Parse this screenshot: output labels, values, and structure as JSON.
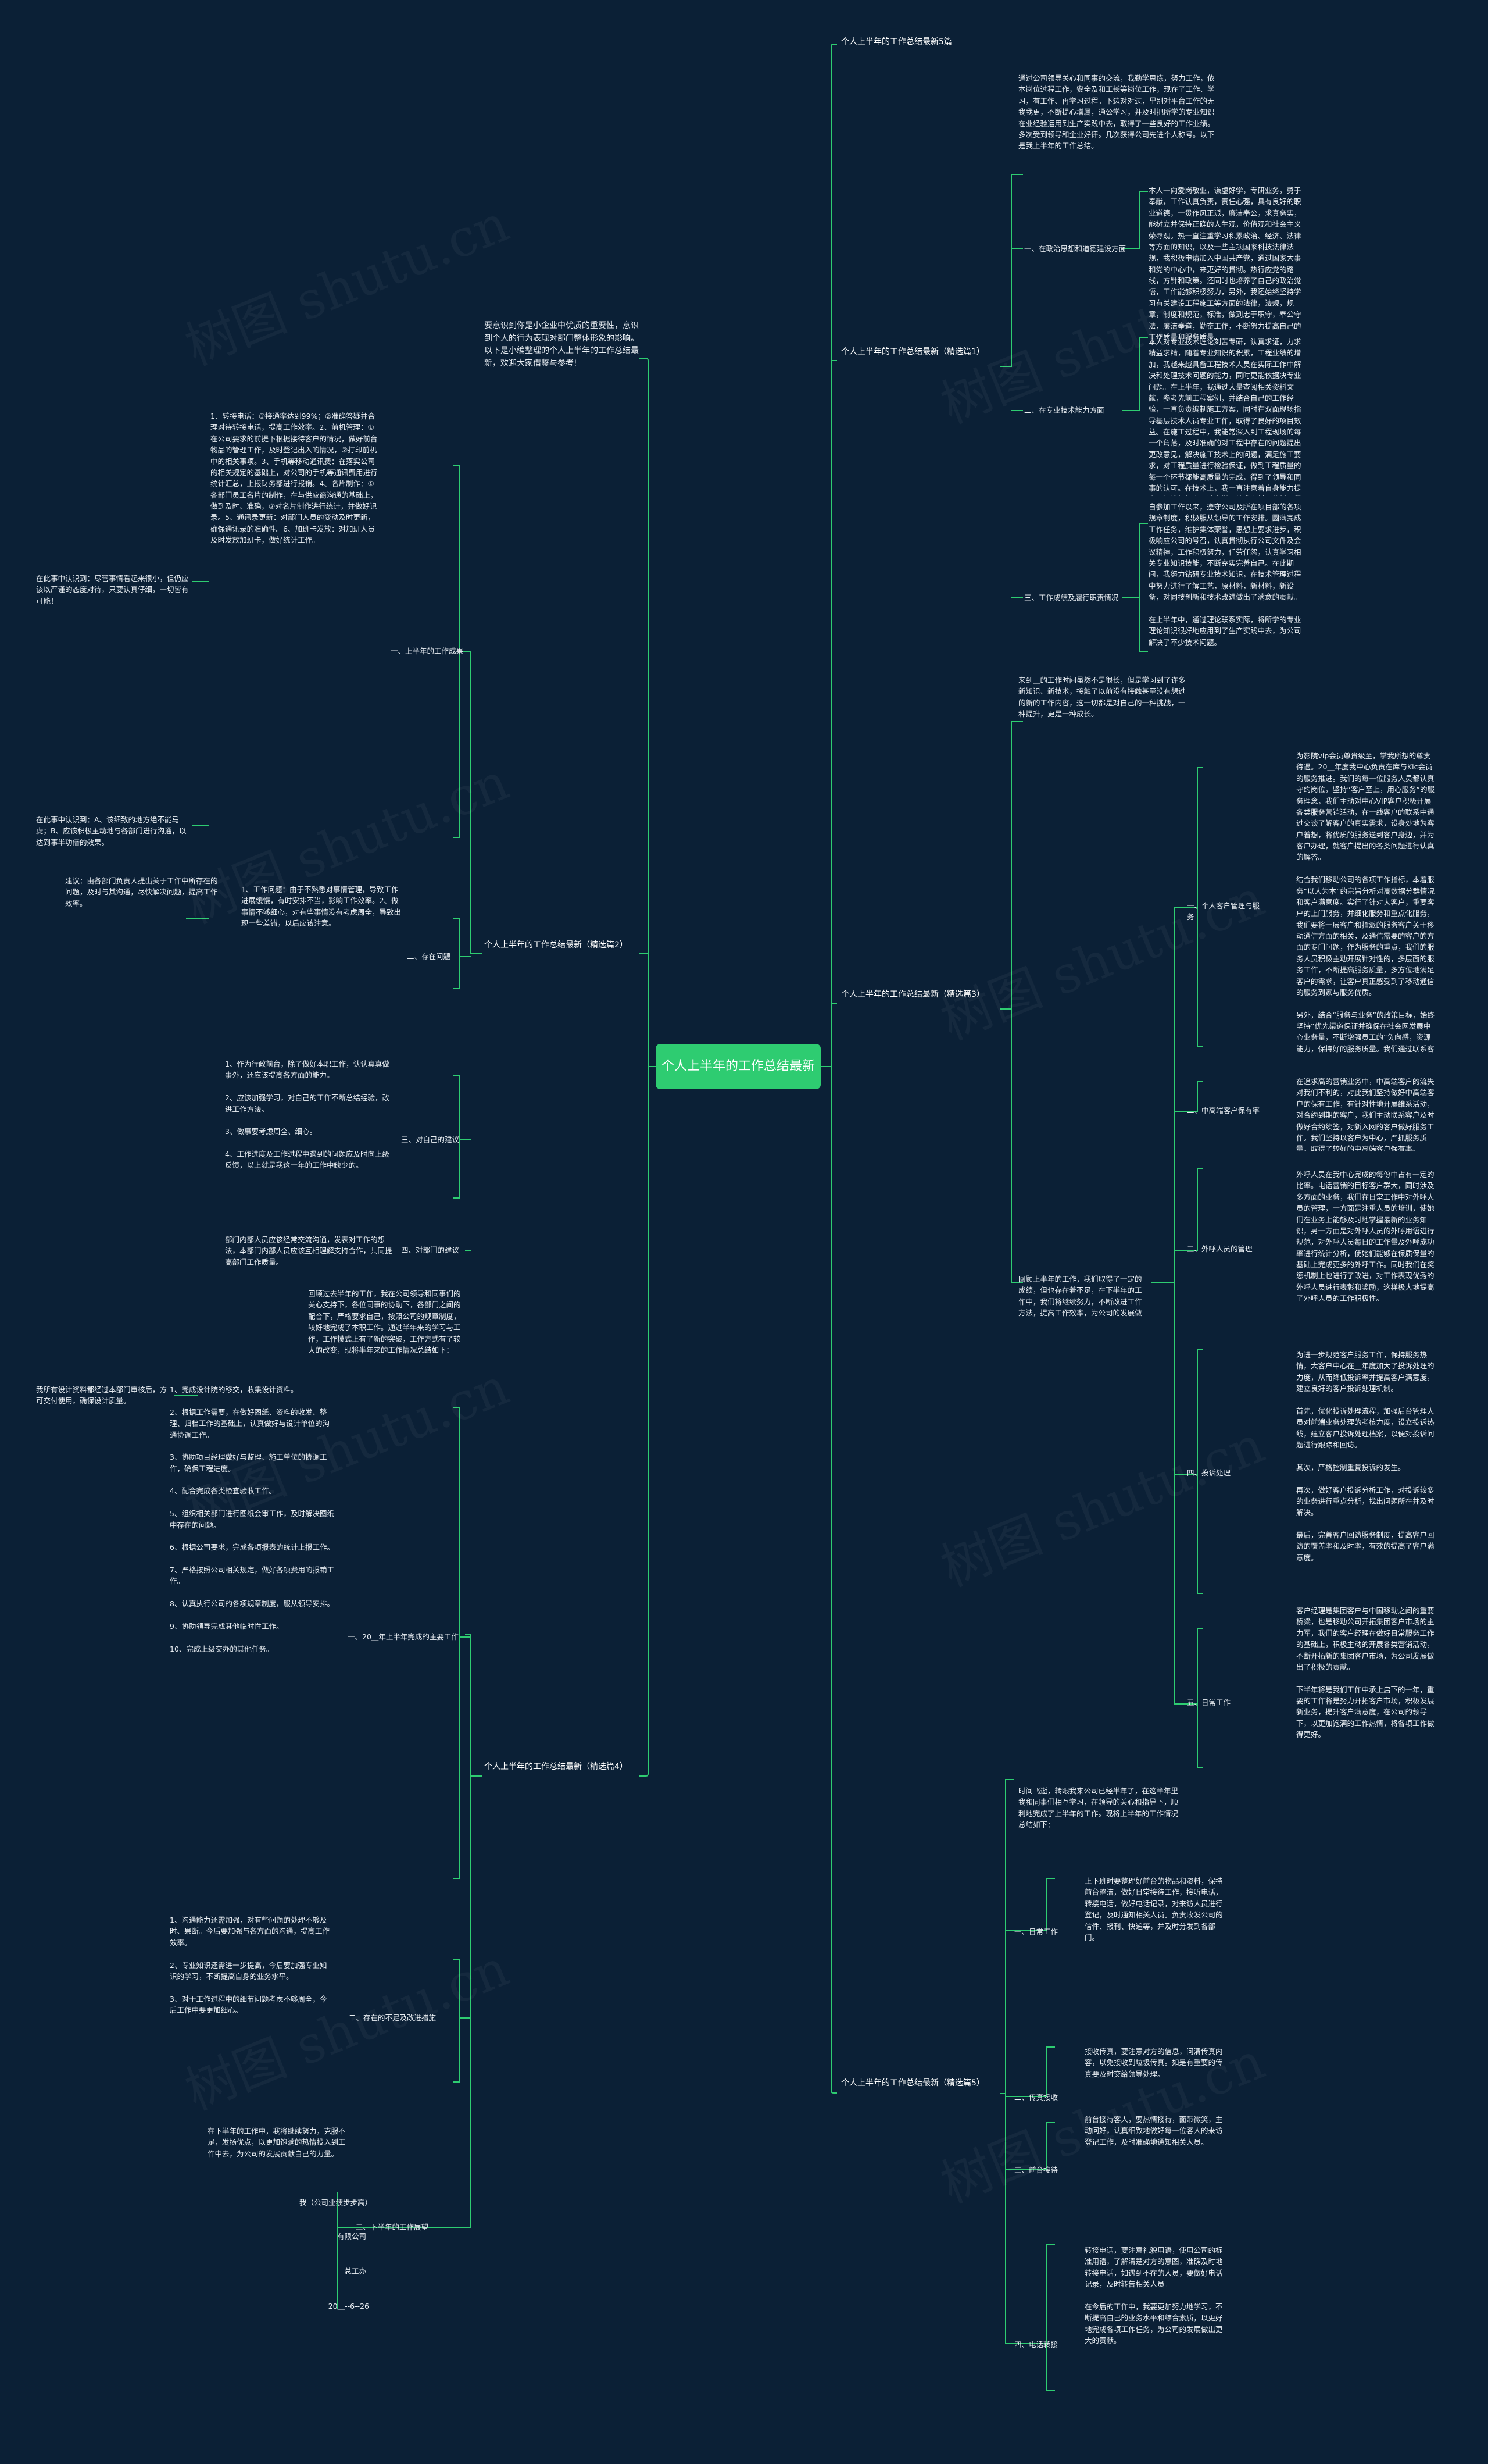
{
  "watermark": "树图 shutu.cn",
  "root": "个人上半年的工作总结最新",
  "branch1": {
    "title": "个人上半年的工作总结最新5篇"
  },
  "branch2": {
    "title": "个人上半年的工作总结最新（精选篇1）",
    "intro": "通过公司领导关心和同事的交流，我勤学思练，努力工作，依本岗位过程工作，安全及和工长等岗位工作，现在了工作、学习，有工作、再学习过程。下边对对过，里别对平台工作的无我我更，不断提心增属，通公学习，并及时把所学的专业知识在业经验运用到生产实践中去，取得了一些良好的工作业绩。多次受到领导和企业好评。几次获得公司先进个人称号。以下是我上半年的工作总结。",
    "items": [
      {
        "label": "一、在政治思想和道德建设方面",
        "text": "本人一向爱岗敬业，谦虚好学，专研业务，勇于奉献，工作认真负责，责任心强，具有良好的职业道德，一贯作风正派，廉洁奉公，求真务实，能树立并保持正确的人生观，价值观和社会主义荣辱观。热一直注重学习积累政治、经济、法律等方面的知识，以及一些主项国家科技法律法规，我积极申请加入中国共产党，通过国家大事和党的中心中，来更好的贯彻。热行应党的路线，方针和政策。还同时也培养了自己的政治觉悟，工作能够积极努力，另外，我还始终坚持学习有关建设工程施工等方面的法律，法规，规章，制度和规范，标准，做到忠于职守，奉公守法，廉洁奉道，勤奋工作，不断努力提高自己的工作质量和服务质量。"
      },
      {
        "label": "二、在专业技术能力方面",
        "text": "本人对专业技术理论刻苦专研，认真求证，力求精益求精，随着专业知识的积累，工程业绩的增加，我越来越具备工程技术人员在实际工作中解决和处理技术问题的能力，同时更能依据决专业问题。在上半年，我通过大量查阅相关资料文献，参考先前工程案例，并结合自己的工作经验，一直负责编制施工方案，同时在双面现场指导基层技术人员专业工作，取得了良好的项目效益。在施工过程中，我能常深入到工程现场的每一个角落，及时准确的对工程中存在的问题提出更改意见，解决施工技术上的问题，满足施工要求，对工程质量进行检验保证，做到工程质量的每一个环节都能高质量的完成，得到了领导和同事的认可。在技术上，我一直注意着自身能力提高，经常组织人员认真学习技术资料，分析工程的技术难点，通过学习增加了知识积累，提高了业务能力。"
      },
      {
        "label": "三、工作成绩及履行职责情况",
        "text": "自参加工作以来，遵守公司及所在项目部的各项规章制度，积极服从领导的工作安排。圆满完成工作任务，维护集体荣誉，思想上要求进步，积极响应公司的号召，认真贯彻执行公司文件及会议精神，工作积极努力，任劳任怨，认真学习相关专业知识技能，不断充实完善自己。在此期间，我努力钻研专业技术知识，在技术管理过程中努力进行了解工艺，原材料，新材料，新设备，对同技创新和技术改进做出了满意的贡献。\n\n在上半年中，通过理论联系实际，将所学的专业理论知识很好地应用到了生产实践中去，为公司解决了不少技术问题。"
      }
    ]
  },
  "branch3": {
    "title": "个人上半年的工作总结最新（精选篇3）",
    "intro": "来到＿的工作时间虽然不是很长，但是学习到了许多新知识、新技术，接触了以前没有接触甚至没有想过的新的工作内容，这一切都是对自己的一种挑战，一种提升，更是一种成长。",
    "items": [
      {
        "label": "一、个人客户管理与服务",
        "text": "为影院vip会员尊贵级至，掌我所想的尊贵待遇。20＿年度我中心负责在库与Kic会员的服务推进。我们的每一位服务人员都认真守约岗位，坚持“客户至上，用心服务”的服务理念，我们主动对中心VIP客户积极开展各类服务营销活动，在一线客户的联系中通过交谈了解客户的真实需求，设身处地为客户着想，将优质的服务送到客户身边，并为客户办理，就客户提出的各类问题进行认真的解答。\n\n结合我们移动公司的各项工作指标，本着服务“以人为本”的宗旨分析对高数据分群情况和客户满意度。实行了针对大客户，重要客户的上门服务，并细化服务和重点化服务，我们要将一层客户和指派的服务客户关于移动通信方面的相关，及通信需要的客户的方面的专门问题，作为服务的重点，我们的服务人员积极主动开展针对性的，多层面的服务工作，不断提高服务质量，多方位地满足客户的需求，让客户真正感受到了移动通信的服务到家与服务优质。\n\n另外，结合“服务与业务”的政策目标，始终坚持“优先渠道保证并确保在社会网发展中心业务量，不断增强员工的”负向感，资源能力，保持好的服务质量。我们通过联系客户，每个大客户都进行了服务回访，确保大客户满意度，使得我们中心在公司的大客户服务中取得了良好成绩。"
      },
      {
        "label": "二、中高端客户保有率",
        "text": "在追求高的营销业务中，中高端客户的流失对我们不利的，对此我们坚持做好中高端客户的保有工作，有针对性地开展维系活动，对合约到期的客户，我们主动联系客户及时做好合约续签，对新入网的客户做好服务工作。我们坚持以客户为中心，严抓服务质量，取得了较好的中高端客户保有率。"
      },
      {
        "label": "三、外呼人员的管理",
        "text": "外呼人员在我中心完成的每份中占有一定的比率。电话营销的目标客户群大，同时涉及多方面的业务，我们在日常工作中对外呼人员的管理，一方面是注重人员的培训，使她们在业务上能够及时地掌握最新的业务知识，另一方面是对外呼人员的外呼用语进行规范，对外呼人员每日的工作量及外呼成功率进行统计分析，使她们能够在保质保量的基础上完成更多的外呼工作。同时我们在奖惩机制上也进行了改进，对工作表现优秀的外呼人员进行表彰和奖励，这样极大地提高了外呼人员的工作积极性。"
      },
      {
        "label": "四、投诉处理",
        "text": "为进一步规范客户服务工作，保持服务热情，大客户中心在＿年度加大了投诉处理的力度，从而降低投诉率并提高客户满意度，建立良好的客户投诉处理机制。\n\n首先，优化投诉处理流程，加强后台管理人员对前端业务处理的考核力度，设立投诉热线，建立客户投诉处理档案，以便对投诉问题进行跟踪和回访。\n\n其次，严格控制重复投诉的发生。\n\n再次，做好客户投诉分析工作，对投诉较多的业务进行重点分析，找出问题所在并及时解决。\n\n最后，完善客户回访服务制度，提高客户回访的覆盖率和及时率，有效的提高了客户满意度。"
      },
      {
        "label": "五、日常工作",
        "text": "客户经理是集团客户与中国移动之间的重要桥梁，也是移动公司开拓集团客户市场的主力军，我们的客户经理在做好日常服务工作的基础上，积极主动的开展各类营销活动，不断开拓新的集团客户市场，为公司发展做出了积极的贡献。\n\n下半年将是我们工作中承上启下的一年，重要的工作将是努力开拓客户市场，积极发展新业务，提升客户满意度，在公司的领导下，以更加饱满的工作热情，将各项工作做得更好。"
      }
    ],
    "closing": "回顾上半年的工作，我们取得了一定的成绩，但也存在着不足，在下半年的工作中，我们将继续努力，不断改进工作方法，提高工作效率，为公司的发展做出更大的贡献。"
  },
  "branch4": {
    "title": "个人上半年的工作总结最新（精选篇2）",
    "intro": "要意识到你是小企业中优质的重要性，意识到个人的行为表现对部门整体形象的影响。以下是小编整理的个人上半年的工作总结最新，欢迎大家借鉴与参考!",
    "items": [
      {
        "label": "一、上半年的工作成果",
        "text": "1、转接电话：①接通率达到99%；②准确答疑并合理对待转接电话，提高工作效率。2、前机管理：①在公司要求的前提下根据接待客户的情况，做好前台物品的管理工作，及时登记出入的情况，②打印前机中的相关事项。3、手机等移动通讯费：在落实公司的相关规定的基础上，对公司的手机等通讯费用进行统计汇总，上报财务部进行报销。4、名片制作：①各部门员工名片的制作，在与供应商沟通的基础上，做到及时、准确，②对名片制作进行统计，并做好记录。5、通讯录更新：对部门人员的变动及时更新，确保通讯录的准确性。6、加班卡发放：对加班人员及时发放加班卡，做好统计工作。",
        "side_notes": [
          "在此事中认识到：尽管事情看起来很小，但仍应该以严谨的态度对待，只要认真仔细，一切皆有可能！",
          "在此事中认识到：A、该细致的地方绝不能马虎；B、应该积极主动地与各部门进行沟通，以达到事半功倍的效果。"
        ]
      },
      {
        "label": "二、存在问题",
        "text": "1、工作问题：由于不熟悉对事情管理，导致工作进展缓慢，有时安排不当，影响工作效率。2、做事情不够细心，对有些事情没有考虑周全，导致出现一些差错，以后应该注意。",
        "side_notes": [
          "建议：由各部门负责人提出关于工作中所存在的问题，及时与其沟通，尽快解决问题，提高工作效率。"
        ]
      },
      {
        "label": "三、对自己的建议",
        "text": "1、作为行政前台，除了做好本职工作，认认真真做事外，还应该提高各方面的能力。\n\n2、应该加强学习，对自己的工作不断总结经验，改进工作方法。\n\n3、做事要考虑周全、细心。\n\n4、工作进度及工作过程中遇到的问题应及时向上级反馈，以上就是我这一年的工作中缺少的。"
      },
      {
        "label": "四、对部门的建议",
        "text": "部门内部人员应该经常交流沟通，发表对工作的想法，本部门内部人员应该互相理解支持合作，共同提高部门工作质量。"
      }
    ]
  },
  "branch5": {
    "title": "个人上半年的工作总结最新（精选篇4）",
    "intro": "回顾过去半年的工作，我在公司领导和同事们的关心支持下，各位同事的协助下，各部门之间的配合下，严格要求自己，按照公司的规章制度，较好地完成了本职工作。通过半年来的学习与工作，工作模式上有了新的突破，工作方式有了较大的改变，现将半年来的工作情况总结如下：",
    "items": [
      {
        "label": "一、20＿年上半年完成的主要工作",
        "text": "1、完成设计院的移交，收集设计资料。\n\n2、根据工作需要，在做好图纸、资料的收发、整理、归档工作的基础上，认真做好与设计单位的沟通协调工作。\n\n3、协助项目经理做好与监理、施工单位的协调工作，确保工程进度。\n\n4、配合完成各类检查验收工作。\n\n5、组织相关部门进行图纸会审工作，及时解决图纸中存在的问题。\n\n6、根据公司要求，完成各项报表的统计上报工作。\n\n7、严格按照公司相关规定，做好各项费用的报销工作。\n\n8、认真执行公司的各项规章制度，服从领导安排。\n\n9、协助领导完成其他临时性工作。\n\n10、完成上级交办的其他任务。",
        "side_notes": [
          "我所有设计资料都经过本部门审核后，方可交付使用，确保设计质量。"
        ]
      },
      {
        "label": "二、存在的不足及改进措施",
        "text": "1、沟通能力还需加强，对有些问题的处理不够及时、果断。今后要加强与各方面的沟通，提高工作效率。\n\n2、专业知识还需进一步提高，今后要加强专业知识的学习，不断提高自身的业务水平。\n\n3、对于工作过程中的细节问题考虑不够周全，今后工作中要更加细心。"
      },
      {
        "label": "三、下半年的工作展望",
        "text": "在下半年的工作中，我将继续努力，克服不足，发扬优点，以更加饱满的热情投入到工作中去，为公司的发展贡献自己的力量。",
        "signature": [
          "我（公司业绩步步高）",
          "有限公司",
          "总工办",
          "20＿--6--26"
        ]
      }
    ]
  },
  "branch6": {
    "title": "个人上半年的工作总结最新（精选篇5）",
    "intro": "时间飞逝，转眼我来公司已经半年了，在这半年里我和同事们相互学习，在领导的关心和指导下，顺利地完成了上半年的工作。现将上半年的工作情况总结如下：",
    "items": [
      {
        "label": "一、日常工作",
        "text": "上下班时要整理好前台的物品和资料，保持前台整洁，做好日常接待工作，接听电话，转接电话，做好电话记录，对来访人员进行登记，及时通知相关人员。负责收发公司的信件、报刊、快递等，并及时分发到各部门。"
      },
      {
        "label": "二、传真接收",
        "text": "接收传真，要注意对方的信息，问清传真内容，以免接收到垃圾传真。如是有重要的传真要及时交给领导处理。"
      },
      {
        "label": "三、前台接待",
        "text": "前台接待客人，要热情接待，面带微笑，主动问好，认真细致地做好每一位客人的来访登记工作，及时准确地通知相关人员。"
      },
      {
        "label": "四、电话转接",
        "text": "转接电话，要注意礼貌用语，使用公司的标准用语，了解清楚对方的意图，准确及时地转接电话，如遇到不在的人员，要做好电话记录，及时转告相关人员。\n\n在今后的工作中，我要更加努力地学习，不断提高自己的业务水平和综合素质，以更好地完成各项工作任务，为公司的发展做出更大的贡献。"
      }
    ]
  }
}
